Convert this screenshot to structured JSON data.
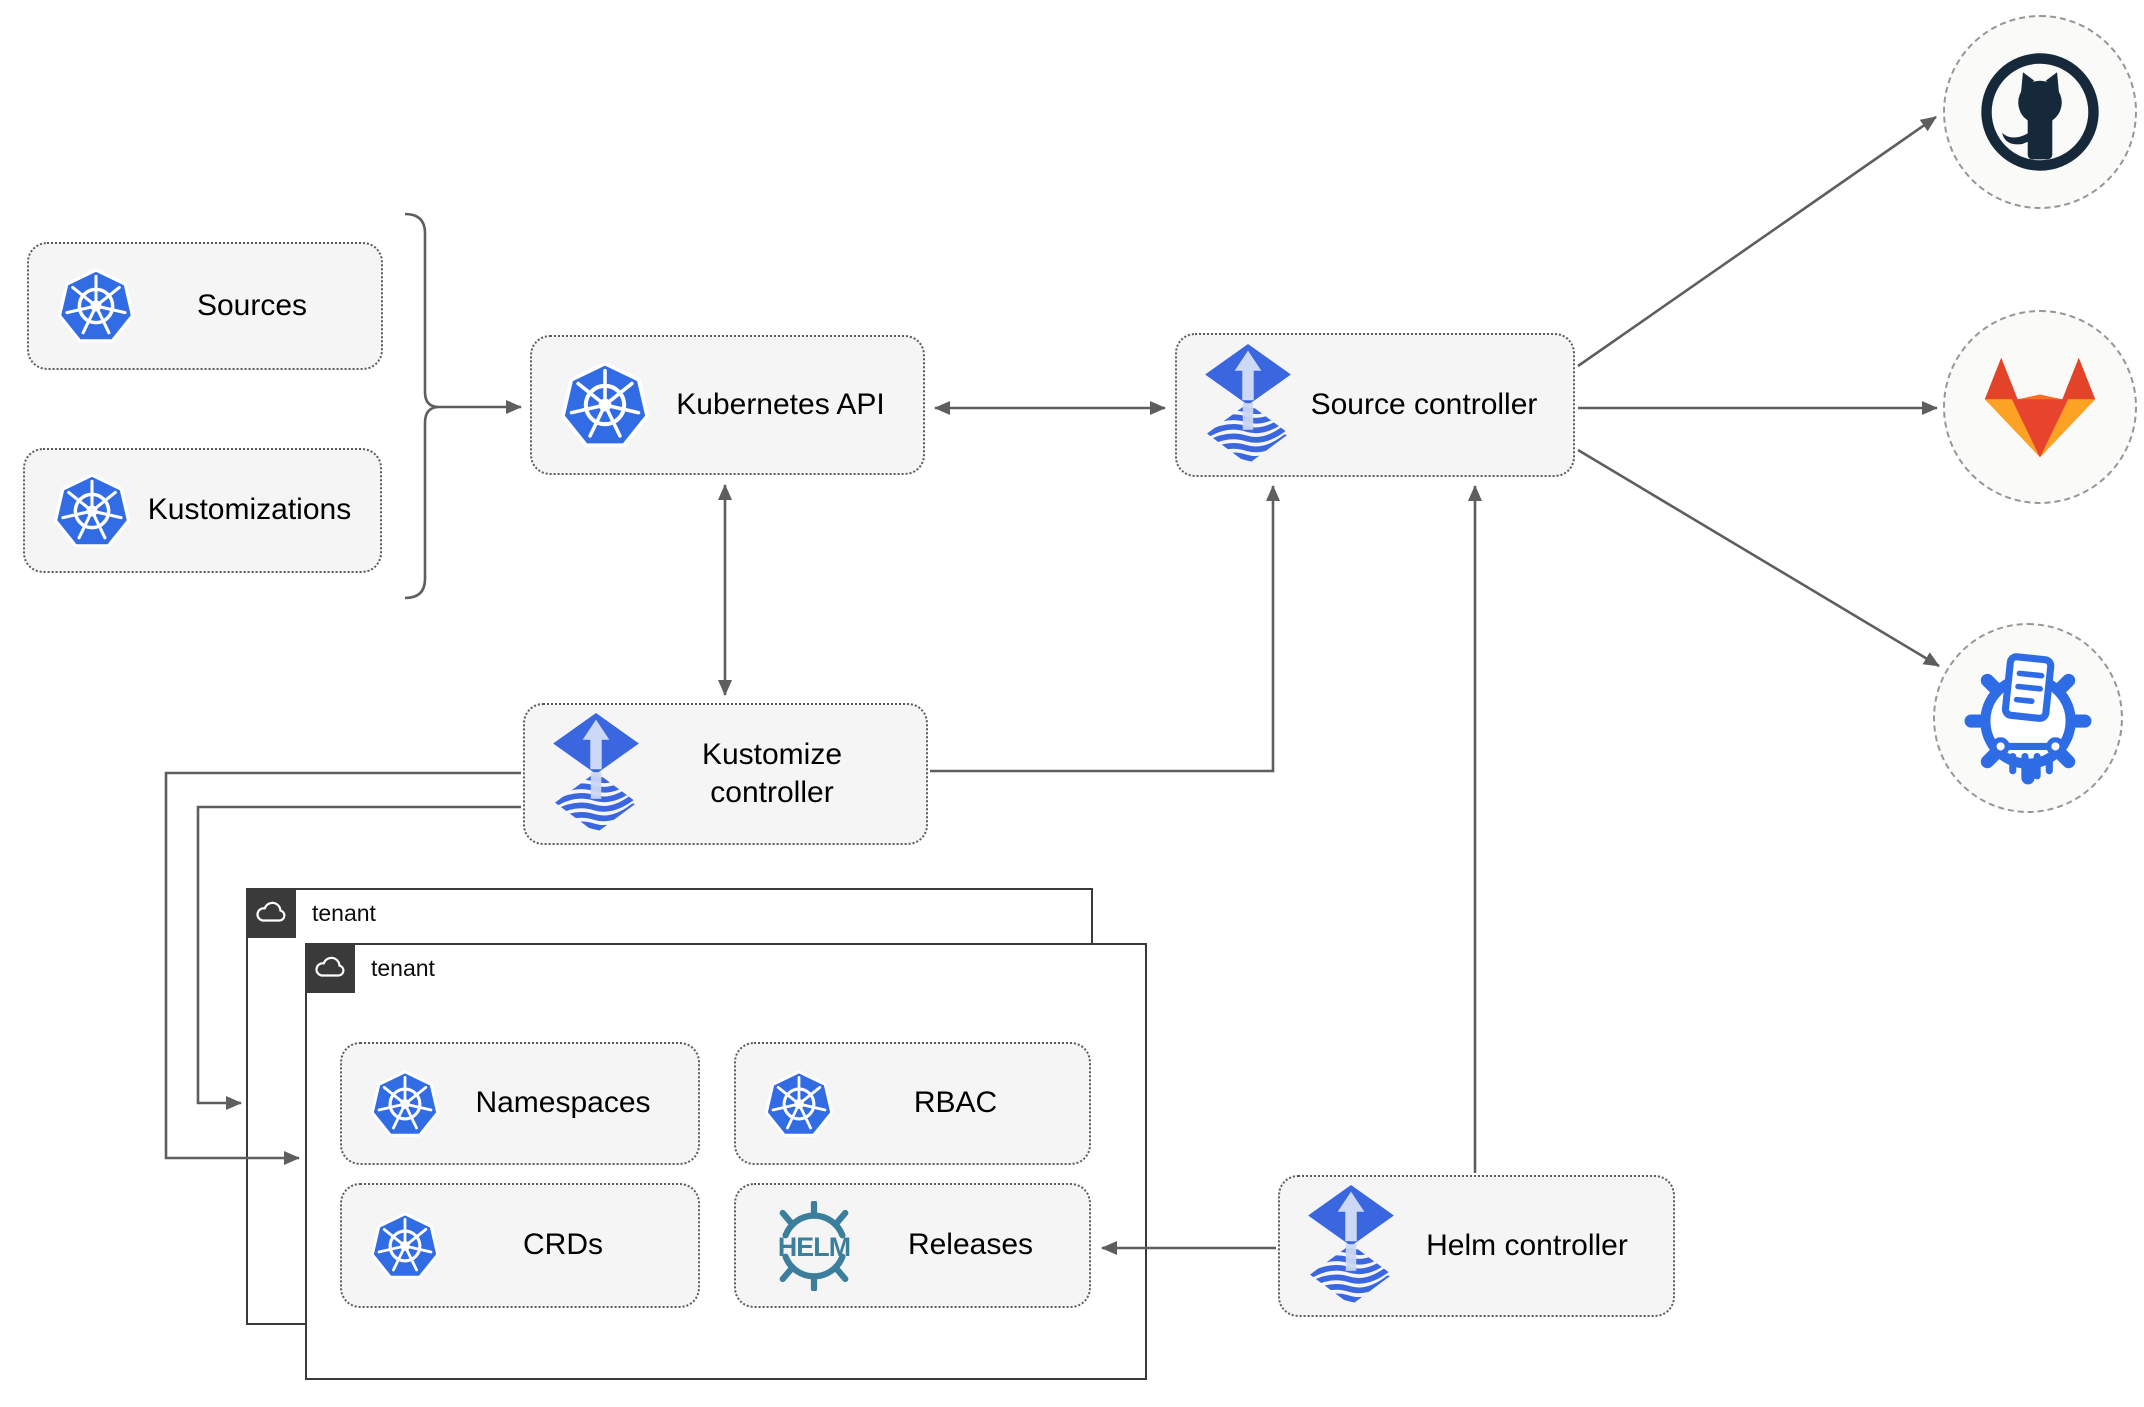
{
  "nodes": {
    "sources": {
      "label": "Sources"
    },
    "kustomizations": {
      "label": "Kustomizations"
    },
    "kubernetes_api": {
      "label": "Kubernetes API"
    },
    "source_controller": {
      "label": "Source controller"
    },
    "kustomize_controller": {
      "label": "Kustomize controller"
    },
    "helm_controller": {
      "label": "Helm controller"
    },
    "namespaces": {
      "label": "Namespaces"
    },
    "rbac": {
      "label": "RBAC"
    },
    "crds": {
      "label": "CRDs"
    },
    "releases": {
      "label": "Releases"
    }
  },
  "groups": {
    "tenant_back": {
      "label": "tenant"
    },
    "tenant_front": {
      "label": "tenant"
    }
  },
  "logos": {
    "helm_text": "HELM"
  },
  "icons": {
    "kubernetes": "kubernetes-icon",
    "flux": "flux-icon",
    "helm": "helm-icon",
    "github": "github-icon",
    "gitlab": "gitlab-icon",
    "registry": "oci-registry-icon",
    "cloud": "cloud-icon"
  },
  "colors": {
    "kubernetes_blue": "#326ce5",
    "flux_blue": "#3a66e0",
    "flux_light": "#c9d6f3",
    "helm_teal": "#3c7f9d",
    "github_dark": "#16293b",
    "gitlab_red": "#e24329",
    "gitlab_orange": "#fc6d26",
    "gitlab_amber": "#fca326",
    "registry_blue": "#2d6ce5",
    "node_fill": "#f5f5f5",
    "connector_gray": "#5e5e5e",
    "tenant_dark": "#3a3a3a"
  }
}
